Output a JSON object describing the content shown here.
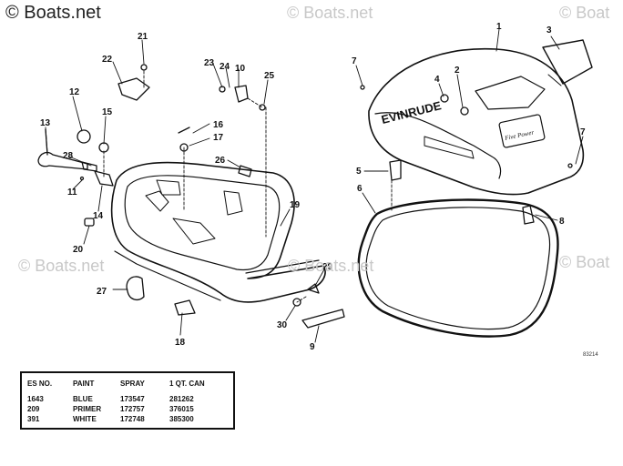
{
  "watermark": {
    "main": "© Boats.net",
    "faint": "© Boats.net",
    "faint_right": "© Boat"
  },
  "callouts": {
    "c1": "1",
    "c2": "2",
    "c3": "3",
    "c4": "4",
    "c5": "5",
    "c6": "6",
    "c7a": "7",
    "c7b": "7",
    "c8": "8",
    "c9": "9",
    "c10": "10",
    "c11": "11",
    "c12": "12",
    "c13": "13",
    "c14": "14",
    "c15": "15",
    "c16": "16",
    "c17": "17",
    "c18": "18",
    "c19": "19",
    "c20": "20",
    "c21": "21",
    "c22": "22",
    "c23": "23",
    "c24": "24",
    "c25": "25",
    "c26": "26",
    "c27": "27",
    "c28": "28",
    "c29": "29",
    "c30": "30"
  },
  "cowl_brand": "EVINRUDE",
  "cowl_badge": "Five Power",
  "drawing_code": "83214",
  "paint_table": {
    "headers": [
      "ES NO.",
      "PAINT",
      "SPRAY",
      "1 QT. CAN"
    ],
    "rows": [
      [
        "1643",
        "BLUE",
        "173547",
        "281262"
      ],
      [
        "209",
        "PRIMER",
        "172757",
        "376015"
      ],
      [
        "391",
        "WHITE",
        "172748",
        "385300"
      ]
    ]
  }
}
